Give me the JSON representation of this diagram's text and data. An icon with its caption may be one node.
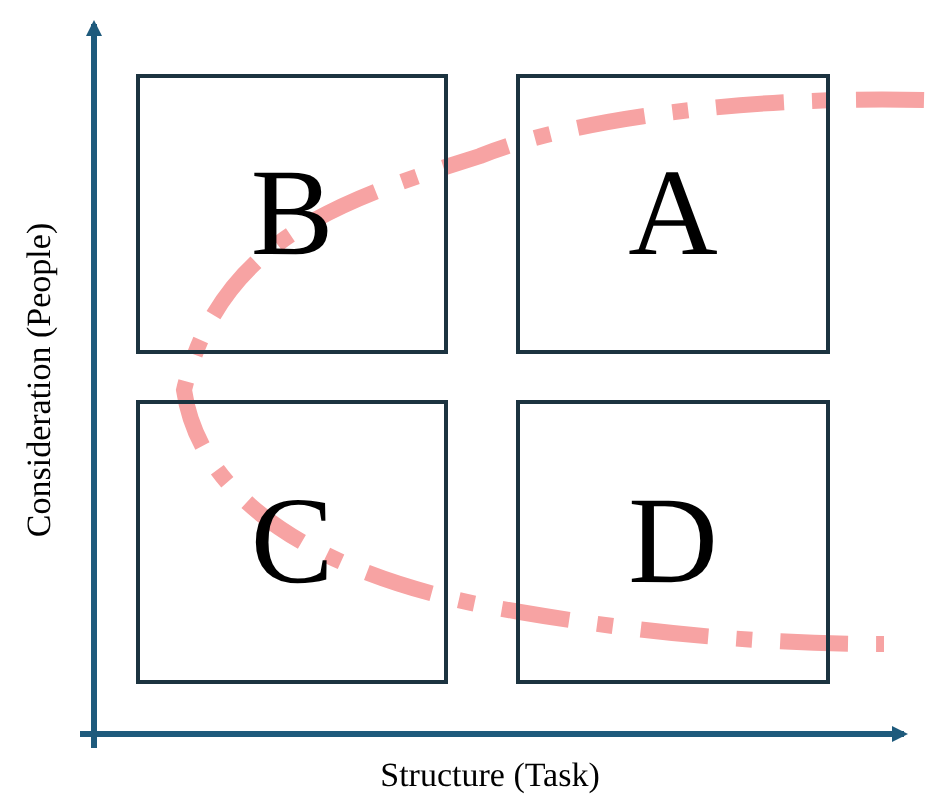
{
  "diagram": {
    "nodes": [
      {
        "text": [
          "B"
        ]
      },
      {
        "text": [
          "A"
        ]
      },
      {
        "text": [
          "C"
        ]
      },
      {
        "text": [
          "D"
        ]
      }
    ],
    "labels": [
      "Consideration (People)",
      "Structure (Task)"
    ]
  }
}
